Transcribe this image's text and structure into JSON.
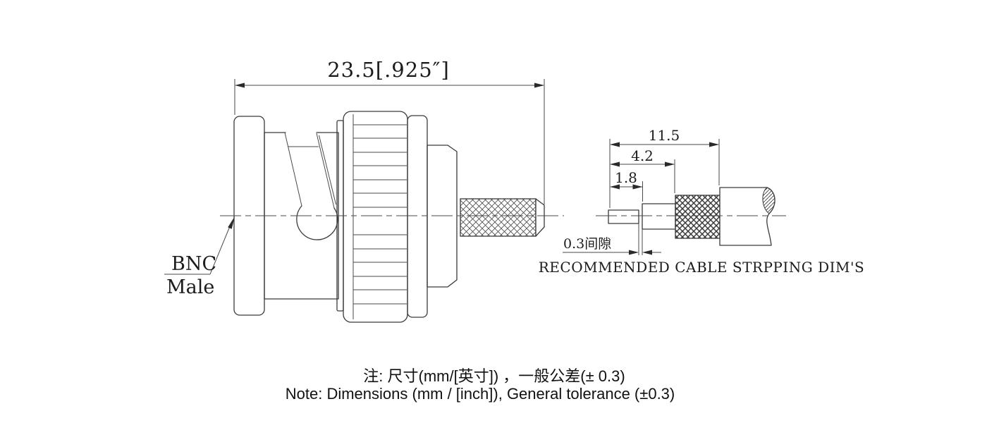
{
  "page": {
    "background_color": "#ffffff",
    "line_color": "#3a3a3a",
    "text_color": "#1c1c1c"
  },
  "connector_view": {
    "description": "BNC male connector side view",
    "overall_dimension": "23.5[.925″]",
    "type_label": {
      "line1": "BNC",
      "line2": "Male"
    }
  },
  "stripping_view": {
    "dimensions": {
      "to_braid_end": "11.5",
      "to_dielectric_end": "4.2",
      "conductor": "1.8",
      "gap": "0.3间隙"
    },
    "caption": "RECOMMENDED CABLE STRPPING DIM'S"
  },
  "notes": {
    "chinese": "注: 尺寸(mm/[英寸]) ，一般公差(± 0.3)",
    "english": "Note: Dimensions (mm / [inch]), General tolerance (±0.3)"
  }
}
